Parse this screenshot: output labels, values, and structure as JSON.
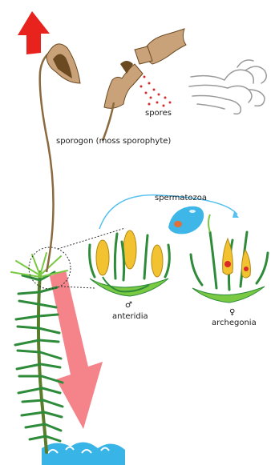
{
  "labels": {
    "spores": "spores",
    "sporogon": "sporogon (moss sporophyte)",
    "spermatozoa": "spermatozoa",
    "anteridia": "anteridia",
    "archegonia": "archegonia",
    "male_symbol": "♂",
    "female_symbol": "♀"
  },
  "colors": {
    "up_arrow": "#e8221c",
    "down_arrow": "#f5838a",
    "capsule": "#c9a27a",
    "capsule_dark": "#6b4a22",
    "stalk": "#8b6a3f",
    "leaf": "#2e8b3a",
    "leaf_light": "#7ac943",
    "gamete_yellow": "#f2c230",
    "spores": "#d92a2a",
    "water": "#39b4e6",
    "spermatozoa_arc": "#55c1f0",
    "wind": "#9a9a9a"
  }
}
